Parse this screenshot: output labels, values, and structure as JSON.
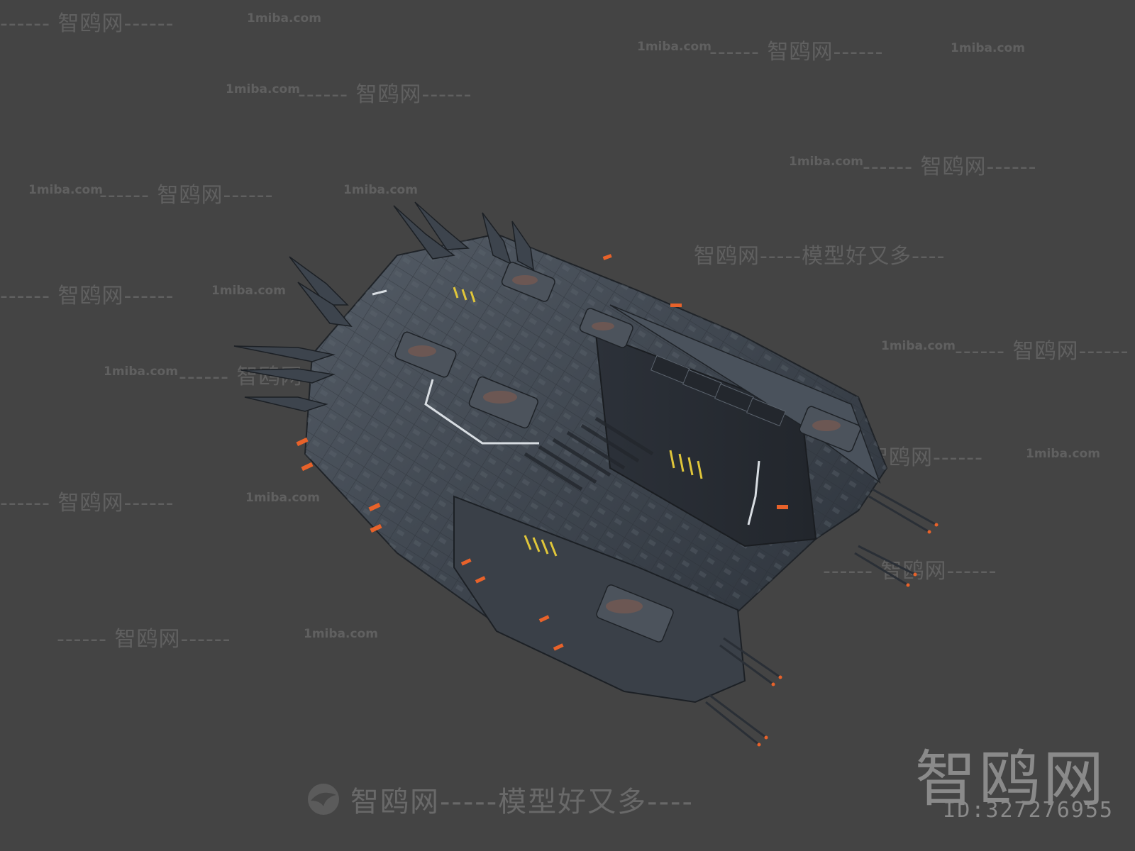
{
  "watermark": {
    "brand_cn": "智鸥网",
    "site": "1miba.com",
    "slogan": "智鸥网-----模型好又多----",
    "dash_line": "------"
  },
  "brand_logo": {
    "text": "智鸥网",
    "id_text": "ID:327276955"
  },
  "bottom_watermark": {
    "text": "智鸥网-----模型好又多----",
    "icon": "bird-logo-icon"
  },
  "colors": {
    "background": "#444444",
    "hull_dark": "#2f353d",
    "hull_mid": "#4a525c",
    "hull_light": "#6b737d",
    "accent_orange": "#e8622a",
    "accent_yellow": "#e0c63a",
    "accent_white": "#d8dde2",
    "rust": "#7a5a50"
  }
}
